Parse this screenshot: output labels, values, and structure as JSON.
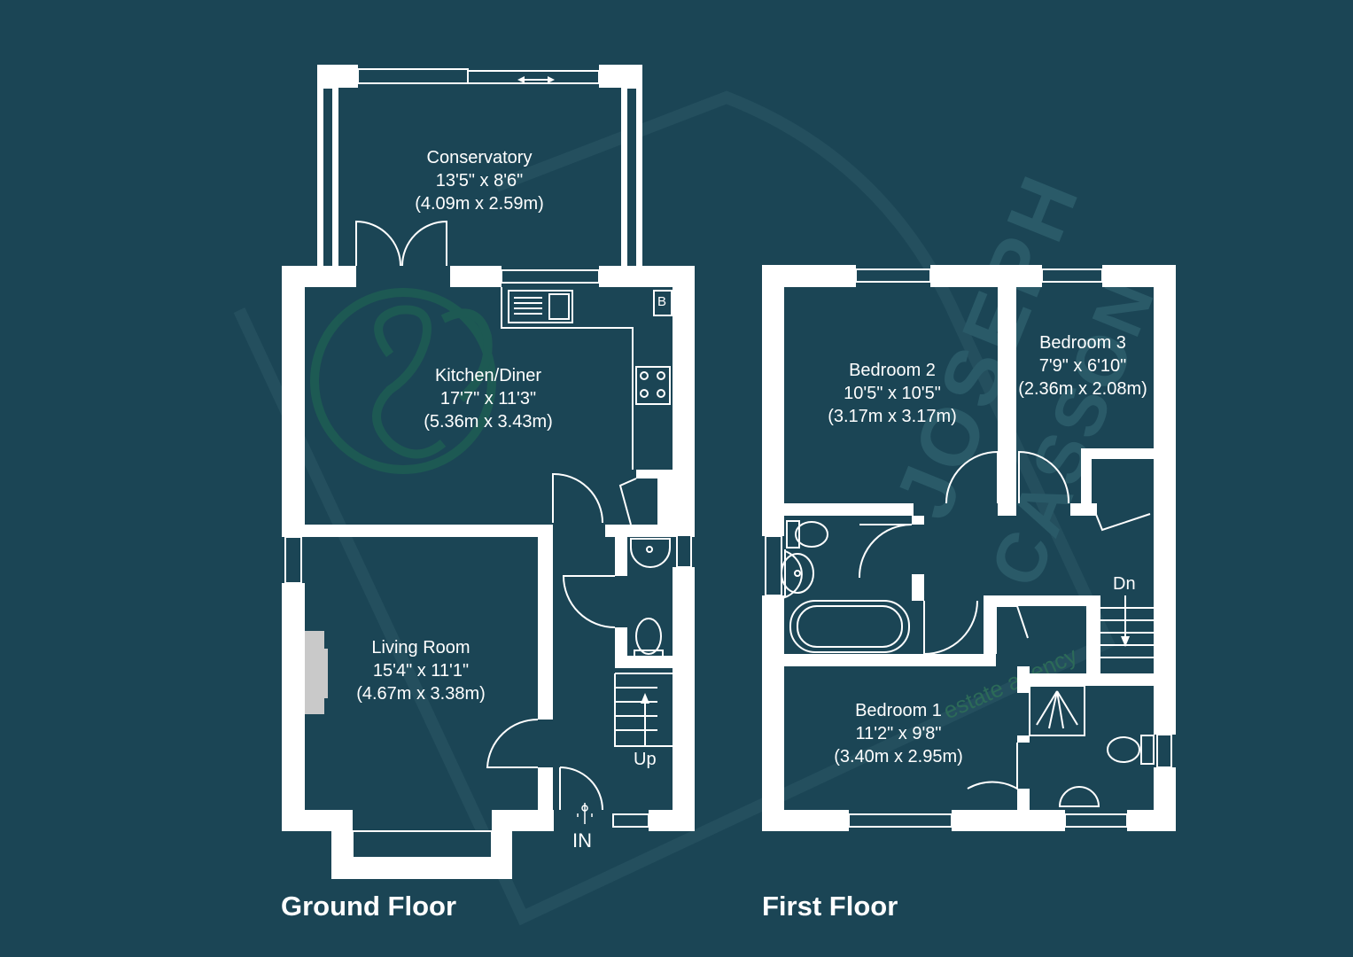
{
  "watermark": {
    "brand_primary": "JOSEPH",
    "brand_secondary": "CASSON",
    "tagline": "estate agency",
    "logo_color": "#1f7a52"
  },
  "colors": {
    "background": "#1b4555",
    "walls": "#ffffff",
    "fixtures": "#ffffff",
    "fireplace": "#c9c9c9"
  },
  "ground_floor": {
    "title": "Ground Floor",
    "rooms": [
      {
        "name": "Conservatory",
        "imperial": "13'5\" x 8'6\"",
        "metric": "(4.09m x 2.59m)"
      },
      {
        "name": "Kitchen/Diner",
        "imperial": "17'7\" x 11'3\"",
        "metric": "(5.36m x 3.43m)"
      },
      {
        "name": "Living Room",
        "imperial": "15'4\" x 11'1\"",
        "metric": "(4.67m x 3.38m)"
      }
    ],
    "boiler_label": "B",
    "stairs_label": "Up",
    "entrance_label": "IN"
  },
  "first_floor": {
    "title": "First Floor",
    "rooms": [
      {
        "name": "Bedroom 2",
        "imperial": "10'5\" x 10'5\"",
        "metric": "(3.17m x 3.17m)"
      },
      {
        "name": "Bedroom 3",
        "imperial": "7'9\" x 6'10\"",
        "metric": "(2.36m x 2.08m)"
      },
      {
        "name": "Bedroom 1",
        "imperial": "11'2\" x 9'8\"",
        "metric": "(3.40m x 2.95m)"
      }
    ],
    "stairs_label": "Dn"
  }
}
